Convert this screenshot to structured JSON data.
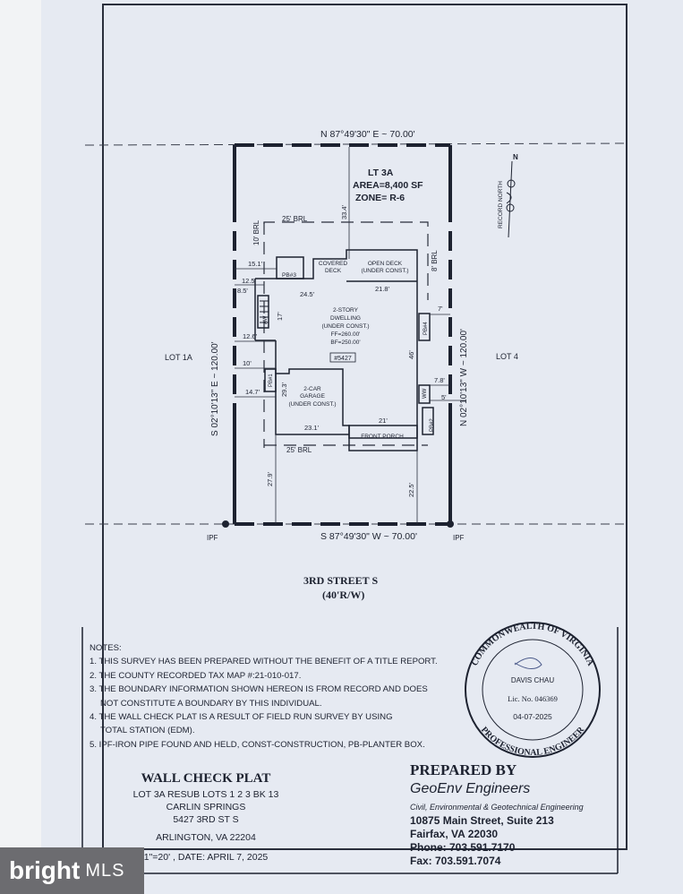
{
  "plat": {
    "north_bearing": "N 87°49'30\" E ~ 70.00'",
    "south_bearing": "S 87°49'30\" W ~ 70.00'",
    "west_bearing": "S 02°10'13\" E ~ 120.00'",
    "east_bearing": "N 02°10'13\" W ~ 120.00'",
    "lot_label": "LT 3A",
    "area": "AREA=8,400 SF",
    "zone": "ZONE= R-6",
    "record_north": "RECORD NORTH",
    "north_letter": "N",
    "lot_left": "LOT 1A",
    "lot_right": "LOT 4",
    "ipf": "IPF",
    "street": "3RD STREET S",
    "row": "(40'R/W)",
    "brl_rear": "25' BRL",
    "brl_front": "25' BRL",
    "brl_side_left": "10' BRL",
    "brl_side_right": "8' BRL",
    "covered_deck": [
      "COVERED",
      "DECK"
    ],
    "open_deck": [
      "OPEN DECK",
      "(UNDER CONST.)"
    ],
    "dwelling": [
      "2-STORY",
      "DWELLING",
      "(UNDER CONST.)",
      "FF=260.00'",
      "BF=250.00'"
    ],
    "house_number": "#5427",
    "garage": [
      "2-CAR",
      "GARAGE",
      "(UNDER CONST.)"
    ],
    "front_porch": "FRONT PORCH",
    "pb1": "PB#1",
    "pb2": "PB#2",
    "pb3": "PB#3",
    "pb4": "PB#4",
    "aw": "AW",
    "ww": "WW",
    "dims": {
      "d33_4": "33.4'",
      "d15_1": "15.1'",
      "d12_5": "12.5'",
      "d8_5": "8.5'",
      "d24_5": "24.5'",
      "d21_8": "21.8'",
      "d17": "17'",
      "d7": "7'",
      "d12_6": "12.6'",
      "d10": "10'",
      "d46": "46'",
      "d14_7": "14.7'",
      "d29_3": "29.3'",
      "d7_8": "7.8'",
      "d5": "5'",
      "d23_1": "23.1'",
      "d21": "21'",
      "d27_9": "27.9'",
      "d22_5": "22.5'"
    }
  },
  "notes": {
    "heading": "NOTES:",
    "items": [
      "1. THIS SURVEY HAS BEEN PREPARED WITHOUT THE BENEFIT OF A TITLE REPORT.",
      "2. THE COUNTY RECORDED TAX MAP #:21-010-017.",
      "3. THE BOUNDARY INFORMATION SHOWN HEREON IS FROM RECORD AND DOES",
      "NOT CONSTITUTE A BOUNDARY BY THIS INDIVIDUAL.",
      "4. THE WALL CHECK PLAT IS A RESULT OF FIELD RUN SURVEY BY USING",
      "TOTAL STATION (EDM).",
      "5. IPF-IRON PIPE FOUND AND HELD, CONST-CONSTRUCTION, PB-PLANTER BOX."
    ]
  },
  "seal": {
    "top": "COMMONWEALTH OF VIRGINIA",
    "bottom": "PROFESSIONAL ENGINEER",
    "name": "DAVIS CHAU",
    "license": "Lic. No. 046369",
    "date": "04-07-2025"
  },
  "title_block": {
    "title": "WALL CHECK PLAT",
    "line1": "LOT 3A RESUB LOTS 1 2 3 BK 13",
    "line2": "CARLIN SPRINGS",
    "line3": "5427 3RD ST S",
    "line4": "ARLINGTON, VA 22204",
    "scale_date": "1\"=20' , DATE: APRIL 7, 2025"
  },
  "prepared": {
    "heading": "PREPARED BY",
    "company": "GeoEnv Engineers",
    "tagline": "Civil, Environmental & Geotechnical Engineering",
    "address1": "10875 Main Street, Suite 213",
    "address2": "Fairfax, VA  22030",
    "phone": "Phone: 703.591.7170",
    "fax": "Fax: 703.591.7074"
  },
  "watermark": {
    "brand": "bright",
    "suffix": "MLS"
  }
}
